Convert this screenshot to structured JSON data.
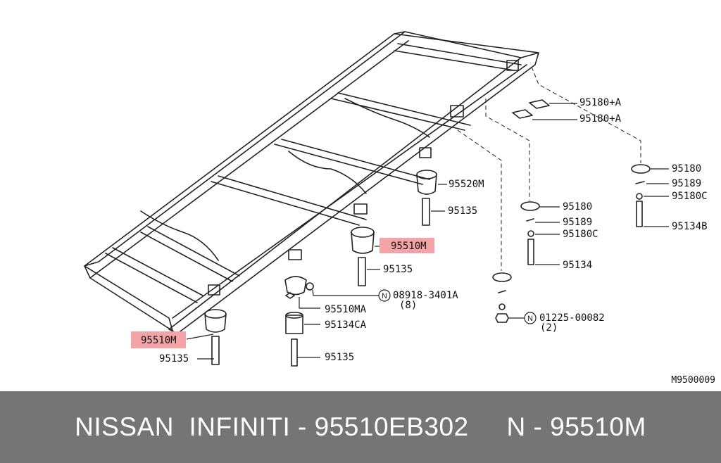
{
  "labels": {
    "p95180A_1": "95180+A",
    "p95180A_2": "95180+A",
    "p95180_r": "95180",
    "p95189_r": "95189",
    "p95180C_r": "95180C",
    "p95134B": "95134B",
    "p95520M": "95520M",
    "p95135_a": "95135",
    "p95180_m": "95180",
    "p95189_m": "95189",
    "p95180C_m": "95180C",
    "p95510M_a": "95510M",
    "p95134": "95134",
    "p95135_b": "95135",
    "n08918": "08918-3401A",
    "n08918_qty": "(8)",
    "p95510MA": "95510MA",
    "p95134CA": "95134CA",
    "n01225": "01225-00082",
    "n01225_qty": "(2)",
    "p95510M_b": "95510M",
    "p95135_c": "95135",
    "p95135_d": "95135",
    "circle_n": "N"
  },
  "diagram_code": "M9500009",
  "footer": {
    "brand": "NISSAN  INFINITI - 95510EB302",
    "part": "N - 95510M"
  },
  "colors": {
    "highlight": "#f4a3a6",
    "footer_bg": "#757575",
    "line": "#222222"
  }
}
